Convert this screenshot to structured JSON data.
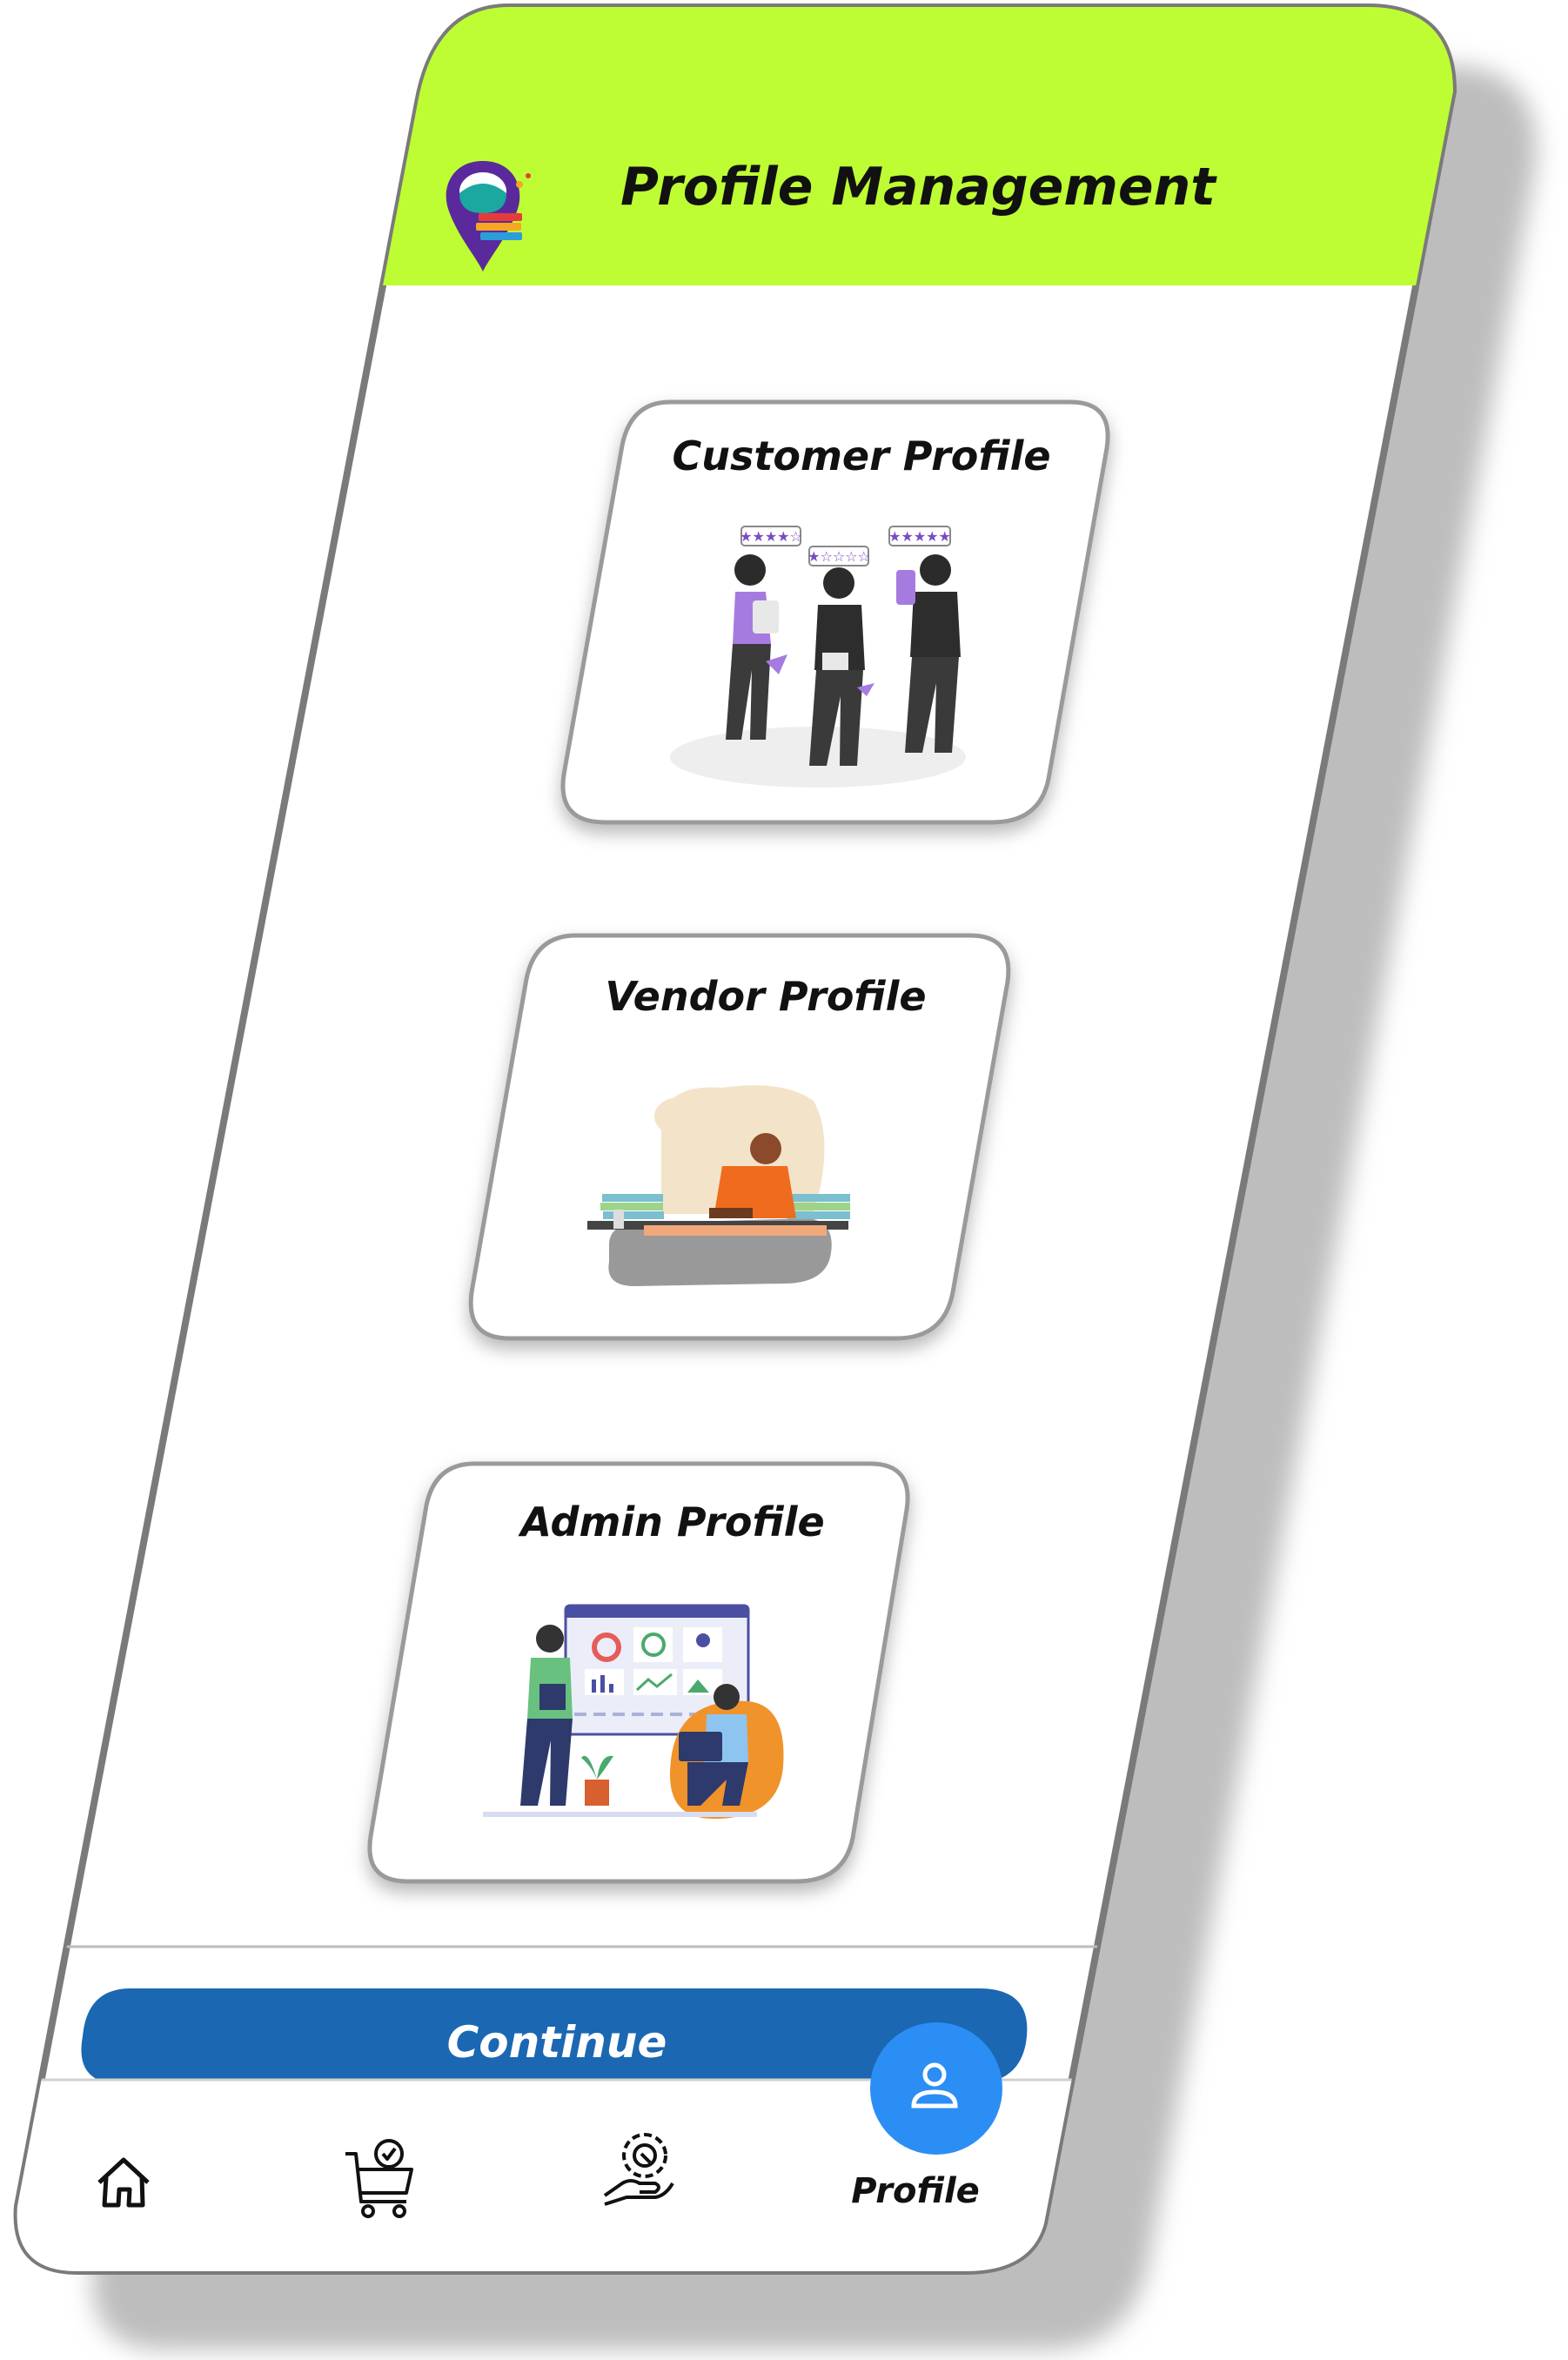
{
  "header": {
    "title": "Profile Management",
    "logo_icon": "map-pin-books-logo-icon",
    "background": "#BEFD33"
  },
  "cards": [
    {
      "label": "Customer Profile",
      "illustration": "customer-rating-illustration"
    },
    {
      "label": "Vendor Profile",
      "illustration": "vendor-workshop-illustration"
    },
    {
      "label": "Admin Profile",
      "illustration": "admin-dashboard-illustration"
    }
  ],
  "continue_button": {
    "label": "Continue",
    "color": "#1B67B2"
  },
  "bottom_nav": {
    "items": [
      {
        "icon": "home-icon",
        "label": ""
      },
      {
        "icon": "cart-check-icon",
        "label": ""
      },
      {
        "icon": "service-gear-hand-icon",
        "label": ""
      },
      {
        "icon": "user-icon",
        "label": "Profile",
        "active": true
      }
    ],
    "active_color": "#2B8EF4"
  }
}
